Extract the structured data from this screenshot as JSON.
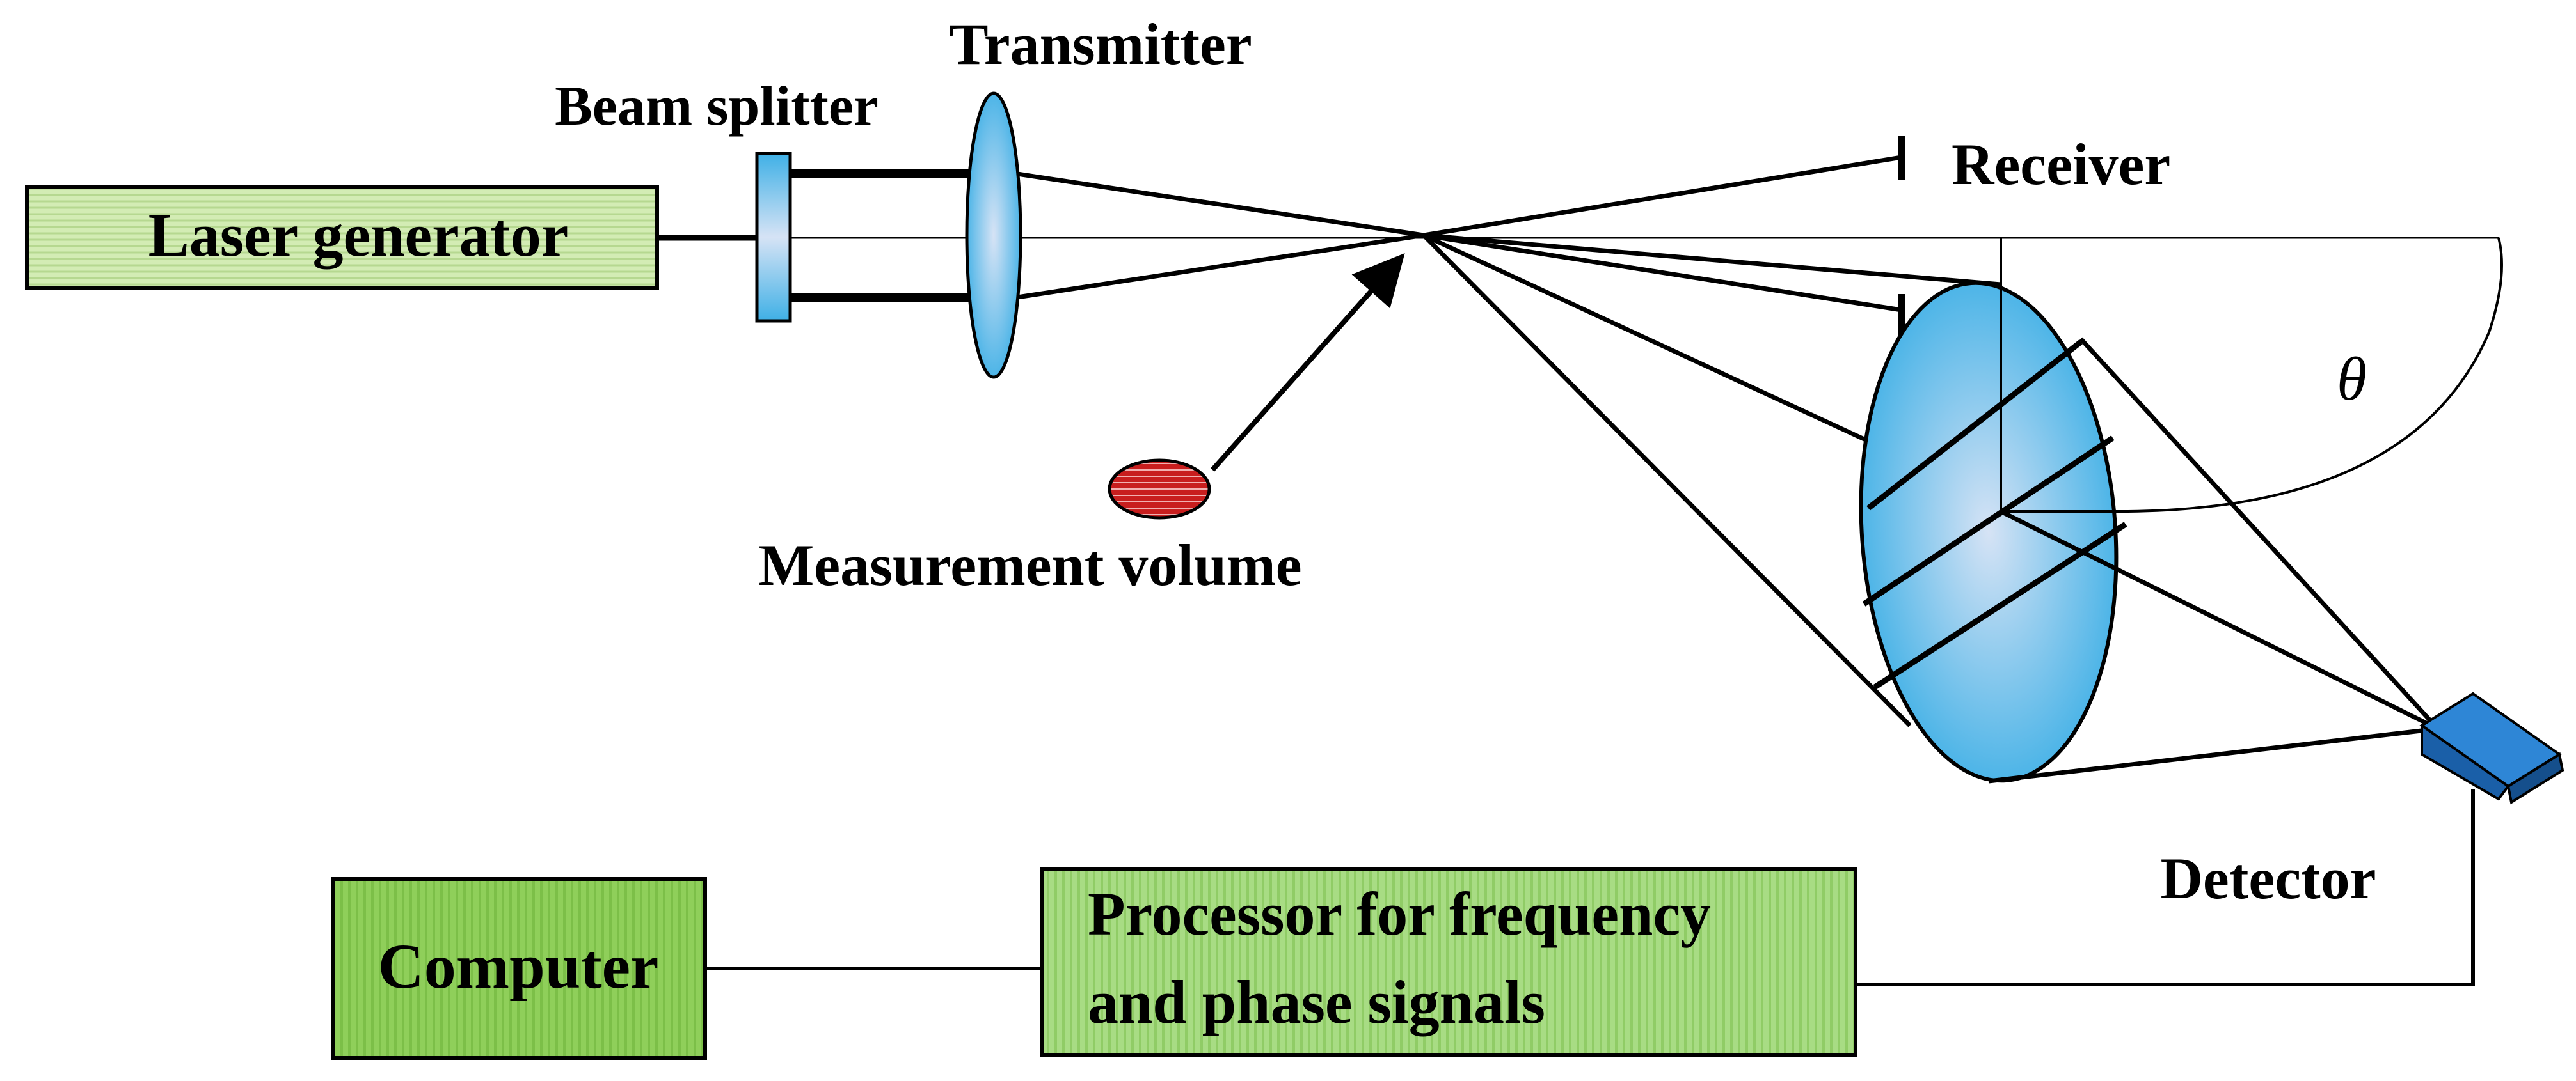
{
  "labels": {
    "laser_generator": "Laser generator",
    "beam_splitter": "Beam splitter",
    "transmitter": "Transmitter",
    "receiver": "Receiver",
    "measurement_volume": "Measurement volume",
    "theta": "θ",
    "detector": "Detector",
    "computer": "Computer",
    "processor_line1": "Processor for frequency",
    "processor_line2": "and phase signals"
  },
  "colors": {
    "laser_box": "#d3ecb4",
    "computer_box": "#8fcf5a",
    "processor_box": "#a8dc84",
    "lens": "#3fb0e6",
    "lens_center": "#d6e3f5",
    "particle": "#c81e1e",
    "detector": "#1f6fc0",
    "stroke": "#000000"
  }
}
